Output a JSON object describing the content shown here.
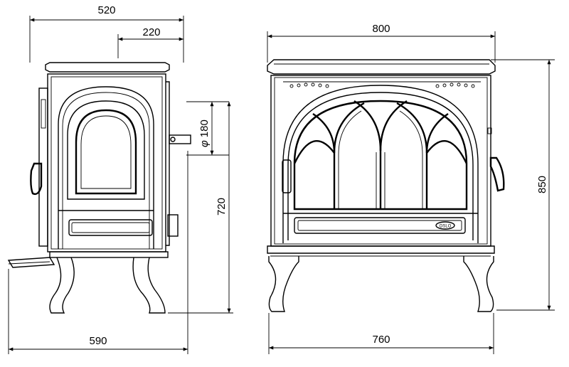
{
  "dimensions": {
    "side_overall_depth": "520",
    "side_flue_offset": "220",
    "side_flue_diameter_symbol": "φ",
    "side_flue_diameter": "180",
    "side_flue_height": "720",
    "side_base_depth": "590",
    "front_top_width": "800",
    "front_overall_height": "850",
    "front_base_width": "760"
  },
  "front_badge_text": "OSLO"
}
